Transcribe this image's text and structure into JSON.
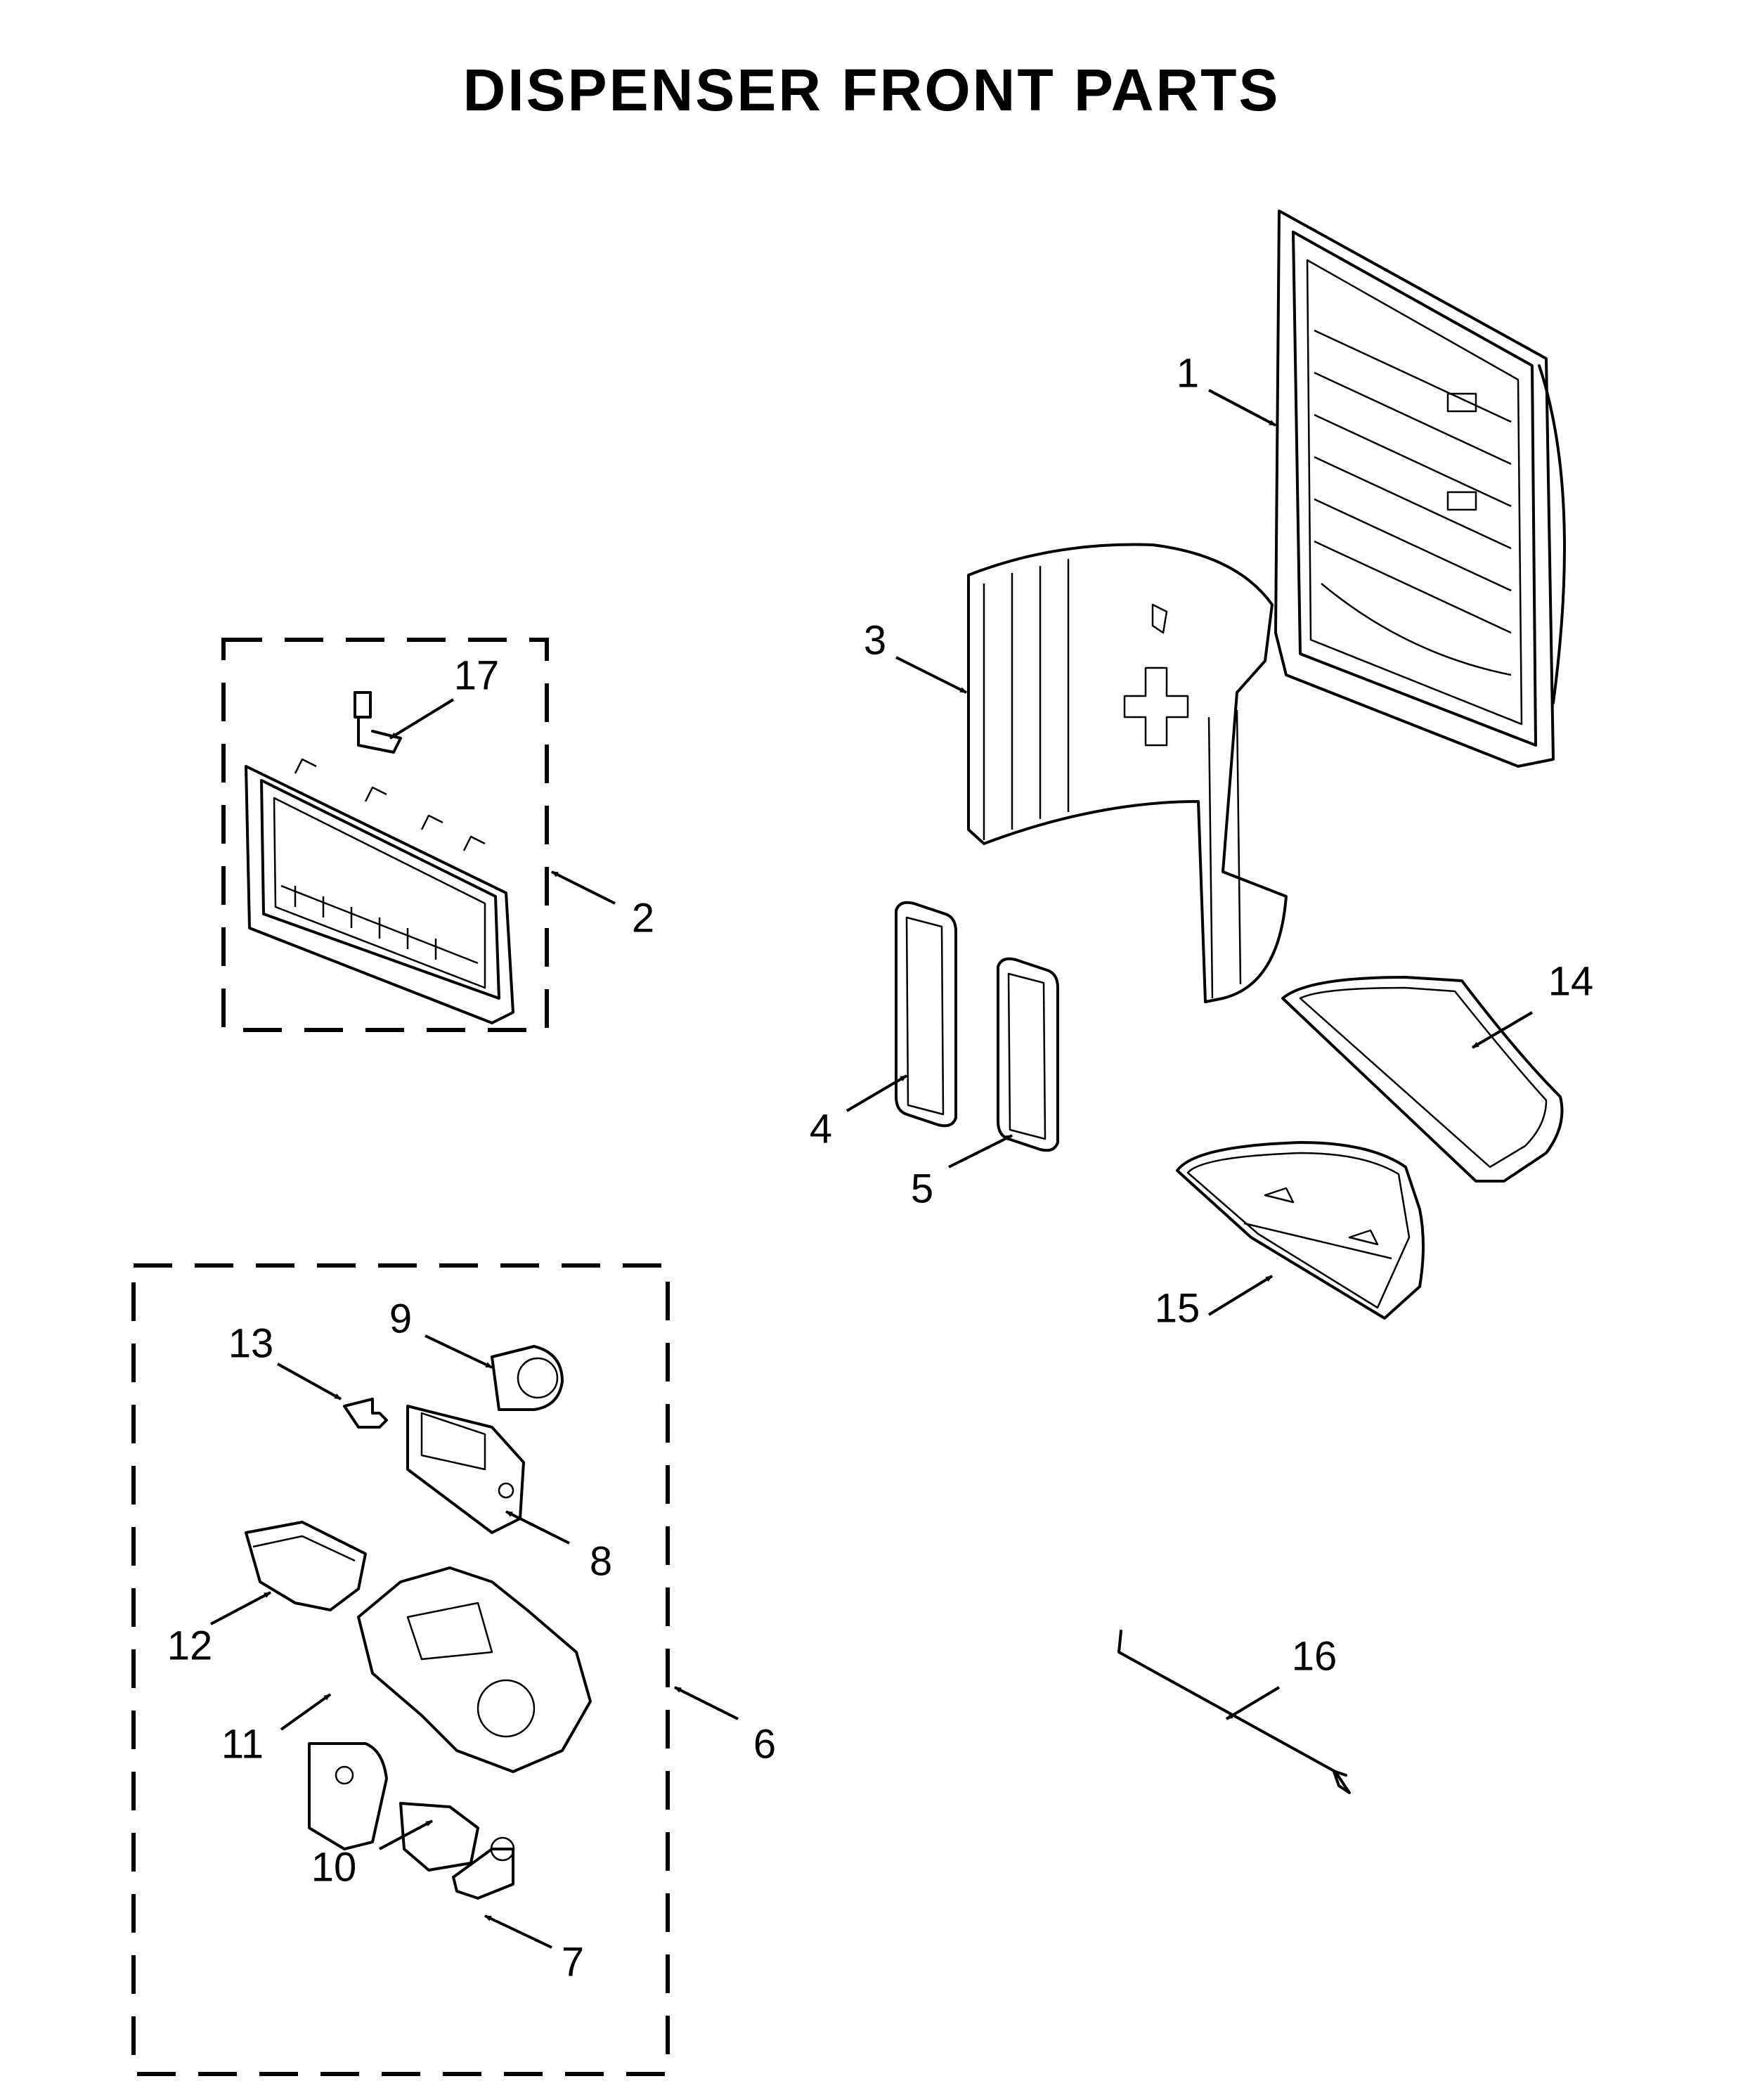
{
  "title": "DISPENSER FRONT PARTS",
  "callouts": [
    "1",
    "2",
    "3",
    "4",
    "5",
    "6",
    "7",
    "8",
    "9",
    "10",
    "11",
    "12",
    "13",
    "14",
    "15",
    "16",
    "17"
  ]
}
